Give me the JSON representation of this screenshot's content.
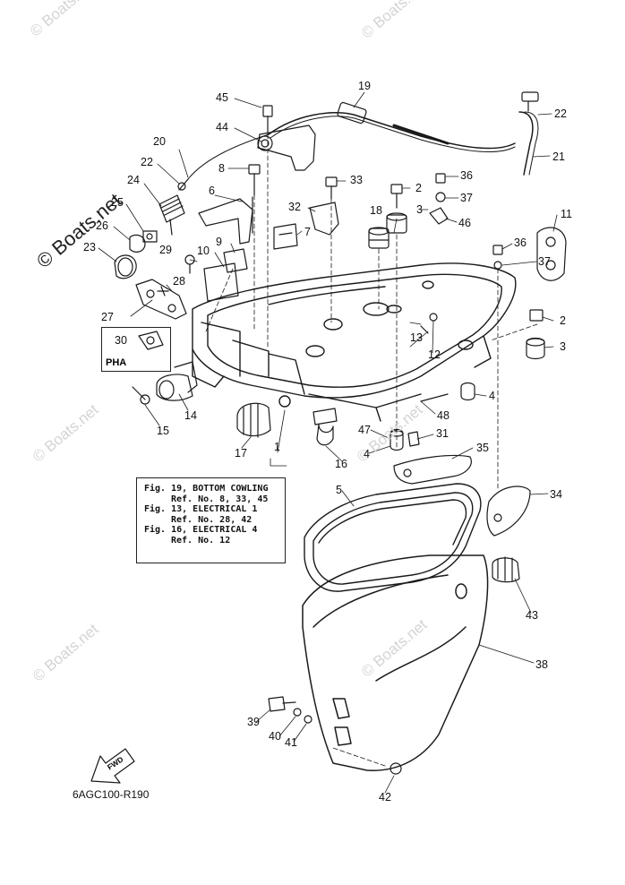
{
  "watermark": {
    "text": "© Boats.net"
  },
  "diagram": {
    "part_code": "6AGC100-R190",
    "inset_label": "PHA",
    "direction_label": "FWD",
    "references": [
      {
        "figure": "Fig. 19, BOTTOM COWLING",
        "refs": "Ref. No. 8, 33, 45"
      },
      {
        "figure": "Fig. 13, ELECTRICAL 1",
        "refs": "Ref. No. 28, 42"
      },
      {
        "figure": "Fig. 16, ELECTRICAL 4",
        "refs": "Ref. No. 12"
      }
    ],
    "callouts": [
      "1",
      "2",
      "2",
      "3",
      "3",
      "4",
      "4",
      "5",
      "6",
      "7",
      "8",
      "9",
      "10",
      "11",
      "12",
      "13",
      "14",
      "15",
      "16",
      "17",
      "18",
      "19",
      "20",
      "21",
      "22",
      "22",
      "23",
      "24",
      "25",
      "26",
      "27",
      "28",
      "29",
      "30",
      "31",
      "32",
      "33",
      "34",
      "35",
      "36",
      "36",
      "37",
      "37",
      "38",
      "39",
      "40",
      "41",
      "42",
      "43",
      "44",
      "45",
      "46",
      "47",
      "48"
    ]
  }
}
